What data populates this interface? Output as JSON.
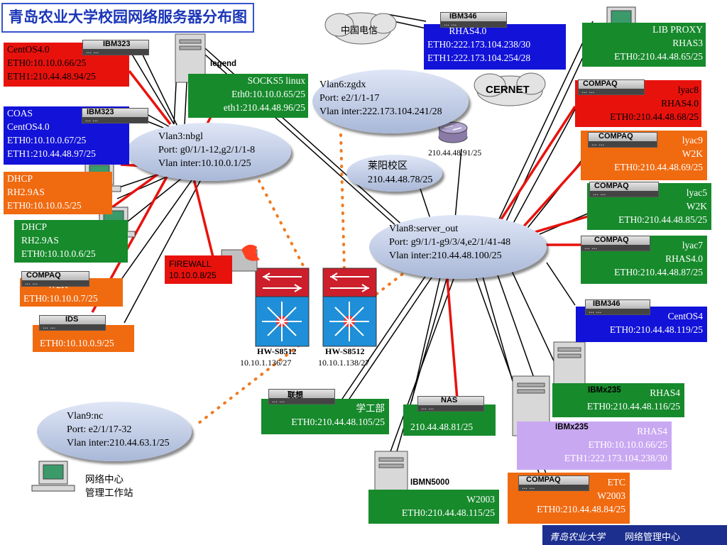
{
  "title": "青岛农业大学校园网络服务器分布图",
  "colors": {
    "red": "#e8120d",
    "green": "#178a2c",
    "blue": "#1212d8",
    "orange": "#f06a10",
    "lilac": "#c9a8f2",
    "ellipse": "#b6c3e0",
    "footer": "#1c2f8f"
  },
  "clouds": {
    "telecom": "中国电信",
    "cernet": "CERNET"
  },
  "vlans": {
    "vlan3": "Vlan3:nbgl\nPort: g0/1/1-12,g2/1/1-8\nVlan inter:10.10.0.1/25",
    "vlan6": "Vlan6:zgdx\nPort: e2/1/1-17\nVlan inter:222.173.104.241/28",
    "laiyang": "莱阳校区\n210.44.48.78/25",
    "vlan8": "Vlan8:server_out\nPort: g9/1/1-g9/3/4,e2/1/41-48\nVlan inter:210.44.48.100/25",
    "vlan9": "Vlan9:nc\nPort: e2/1/17-32\nVlan inter:210.44.63.1/25"
  },
  "servers": {
    "s1": {
      "lines": "CentOS4.0\nETH0:10.10.0.66/25\nETH1:210.44.48.94/25",
      "device": "IBM323"
    },
    "s2": {
      "lines": "COAS\nCentOS4.0\nETH0:10.10.0.67/25\nETH1:210.44.48.97/25",
      "device": "IBM323"
    },
    "s3": {
      "lines": "DHCP\nRH2.9AS\nETH0:10.10.0.5/25"
    },
    "s4": {
      "lines": "DHCP\nRH2.9AS\nETH0:10.10.0.6/25"
    },
    "s5": {
      "lines": "          W2K\nETH0:10.10.0.7/25",
      "device": "COMPAQ"
    },
    "s6": {
      "lines": "ETH0:10.10.0.9/25",
      "device": "IDS"
    },
    "socks": {
      "lines": "SOCKS5 linux\nEth0:10.10.0.65/25\neth1:210.44.48.96/25",
      "tag": "legend"
    },
    "fw": {
      "lines": "FIREWALL\n10.10.0.8/25"
    },
    "rhas": {
      "lines": "         RHAS4.0\nETH0:222.173.104.238/30\nETH1:222.173.104.254/28",
      "device": "IBM346"
    },
    "lib": {
      "lines": "LIB PROXY\nRHAS3\nETH0:210.44.48.65/25"
    },
    "lyac8": {
      "lines": "lyac8\nRHAS4.0\nETH0:210.44.48.68/25",
      "device": "COMPAQ"
    },
    "lyac9": {
      "lines": "lyac9\nW2K\nETH0:210.44.48.69/25",
      "device": "COMPAQ"
    },
    "lyac5": {
      "lines": "lyac5\nW2K\nETH0:210.44.48.85/25",
      "device": "COMPAQ"
    },
    "lyac7": {
      "lines": "lyac7\nRHAS4.0\nETH0:210.44.48.87/25",
      "device": "COMPAQ"
    },
    "centos4": {
      "lines": "CentOS4\nETH0:210.44.48.119/25",
      "device": "IBM346"
    },
    "ibmx1": {
      "lines": "RHAS4\nETH0:210.44.48.116/25",
      "device": "IBMx235"
    },
    "ibmx2": {
      "lines": "RHAS4\nETH0:10.10.0.66/25\nETH1:222.173.104.238/30",
      "device": "IBMx235"
    },
    "etc": {
      "lines": "ETC\nW2003\nETH0:210.44.48.84/25",
      "device": "COMPAQ"
    },
    "w2003": {
      "lines": "W2003\nETH0:210.44.48.115/25",
      "device": "IBMN5000"
    },
    "nas": {
      "lines": "210.44.48.81/25",
      "device": "NAS"
    },
    "xgb": {
      "lines": "学工部\nETH0:210.44.48.105/25",
      "device": "联想"
    }
  },
  "router": {
    "ip": "210.44.48.91/25"
  },
  "switches": [
    {
      "name": "HW-S8512",
      "ip": "10.10.1.136/27"
    },
    {
      "name": "HW-S8512",
      "ip": "10.10.1.138/27"
    }
  ],
  "workstation": "网络中心\n管理工作站",
  "footer": {
    "logo": "青岛农业大学",
    "center": "网络管理中心"
  }
}
